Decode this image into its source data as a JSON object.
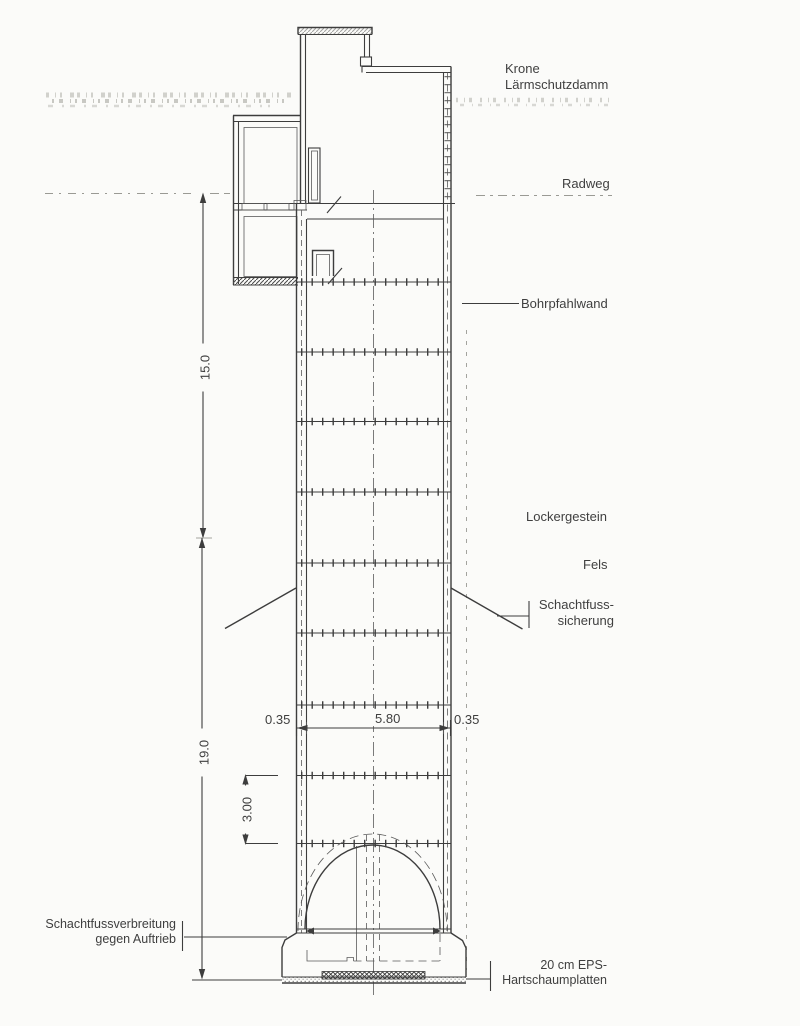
{
  "drawing_labels": {
    "krone": {
      "line1": "Krone",
      "line2": "Lärmschutzdamm"
    },
    "radweg": "Radweg",
    "bohrpfahlwand": "Bohrpfahlwand",
    "lockergestein": "Lockergestein",
    "fels": "Fels",
    "schachtfusssicherung": {
      "line1": "Schachtfuss-",
      "line2": "sicherung"
    },
    "schachtfussverbreitung": {
      "line1": "Schachtfussverbreitung",
      "line2": "gegen Auftrieb"
    },
    "eps": {
      "line1": "20 cm EPS-",
      "line2": "Hartschaumplatten"
    }
  },
  "dimensions": {
    "upper_depth": "15.0",
    "lower_depth": "19.0",
    "left_wall_thickness": "0.35",
    "clear_width": "5.80",
    "right_wall_thickness": "0.35",
    "anchor_spacing": "3.00"
  },
  "colors": {
    "ink": "#3d3d3d",
    "paper": "#fbfbf9"
  }
}
